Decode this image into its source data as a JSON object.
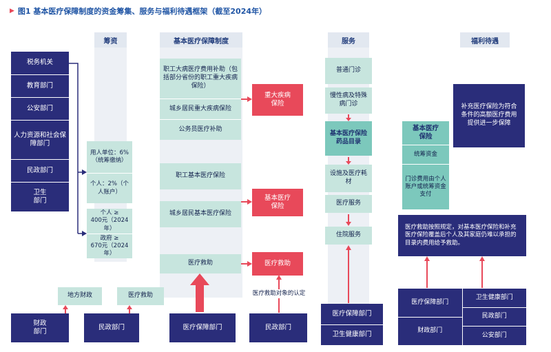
{
  "title": {
    "marker": "▶",
    "text": "图1 基本医疗保障制度的资金筹集、服务与福利待遇框架（截至2024年）"
  },
  "headers": {
    "funding": "筹资",
    "system": "基本医疗保障制度",
    "services": "服务",
    "benefits": "福利待遇"
  },
  "left_orgs": [
    "税务机关",
    "教育部门",
    "公安部门",
    "人力资源和社会保障部门",
    "民政部门",
    "卫生\n部门"
  ],
  "funding": {
    "employer_rate": "用人单位：6%（统筹缴纳）",
    "individual_rate": "个人：2%（个人账户）",
    "individual_min": "个人 ≥\n400元（2024年）",
    "government_min": "政府 ≥\n670元（2024年）"
  },
  "system": {
    "critical_sources": [
      "职工大病医疗费用补助（包括部分省份的职工重大疾病保险）",
      "城乡居民重大疾病保险",
      "公务员医疗补助"
    ],
    "critical_insurance": "重大疾病\n保险",
    "employee_basic": "职工基本医疗保险",
    "resident_basic": "城乡居民基本医疗保险",
    "basic_insurance": "基本医疗\n保险",
    "assistance_source": "医疗救助",
    "assistance": "医疗救助"
  },
  "services": {
    "general_outpatient": "普通门诊",
    "chronic_outpatient": "慢性病及特殊病门诊",
    "drug_catalog": "基本医疗保险药品目录",
    "facilities": "设施及医疗耗材",
    "medical_services": "医疗服务",
    "inpatient": "住院服务"
  },
  "benefits": {
    "basic_title": "基本医疗\n保险",
    "pooled_fund": "统筹资金",
    "outpatient_payment": "门诊费用由个人账户或统筹资金支付",
    "supplementary": "补充医疗保险为符合条件的高额医疗费用提供进一步保障",
    "assistance_note": "医疗救助按照规定，对基本医疗保险和补充医疗保险覆盖后个人及其家庭仍难以承担的目录内费用给予救助。"
  },
  "bottom": {
    "local_finance": "地方财政",
    "medical_assistance": "医疗救助",
    "finance_dept": "财政\n部门",
    "civil_dept_left": "民政部门",
    "security_dept": "医疗保障部门",
    "civil_dept_mid": "民政部门",
    "recognition_note": "医疗救助对象的认定",
    "pair": [
      "医疗保障部门",
      "卫生健康部门"
    ],
    "grid_left": [
      "医疗保障部门",
      "财政部门"
    ],
    "grid_right": [
      "卫生健康部门",
      "民政部门",
      "公安部门"
    ]
  },
  "colors": {
    "navy": "#2A2D7A",
    "red": "#E8495A",
    "teal_light": "#C7E5DE",
    "teal_dark": "#7CC8BC",
    "band": "#EDF0F5",
    "title_blue": "#2156A5"
  }
}
